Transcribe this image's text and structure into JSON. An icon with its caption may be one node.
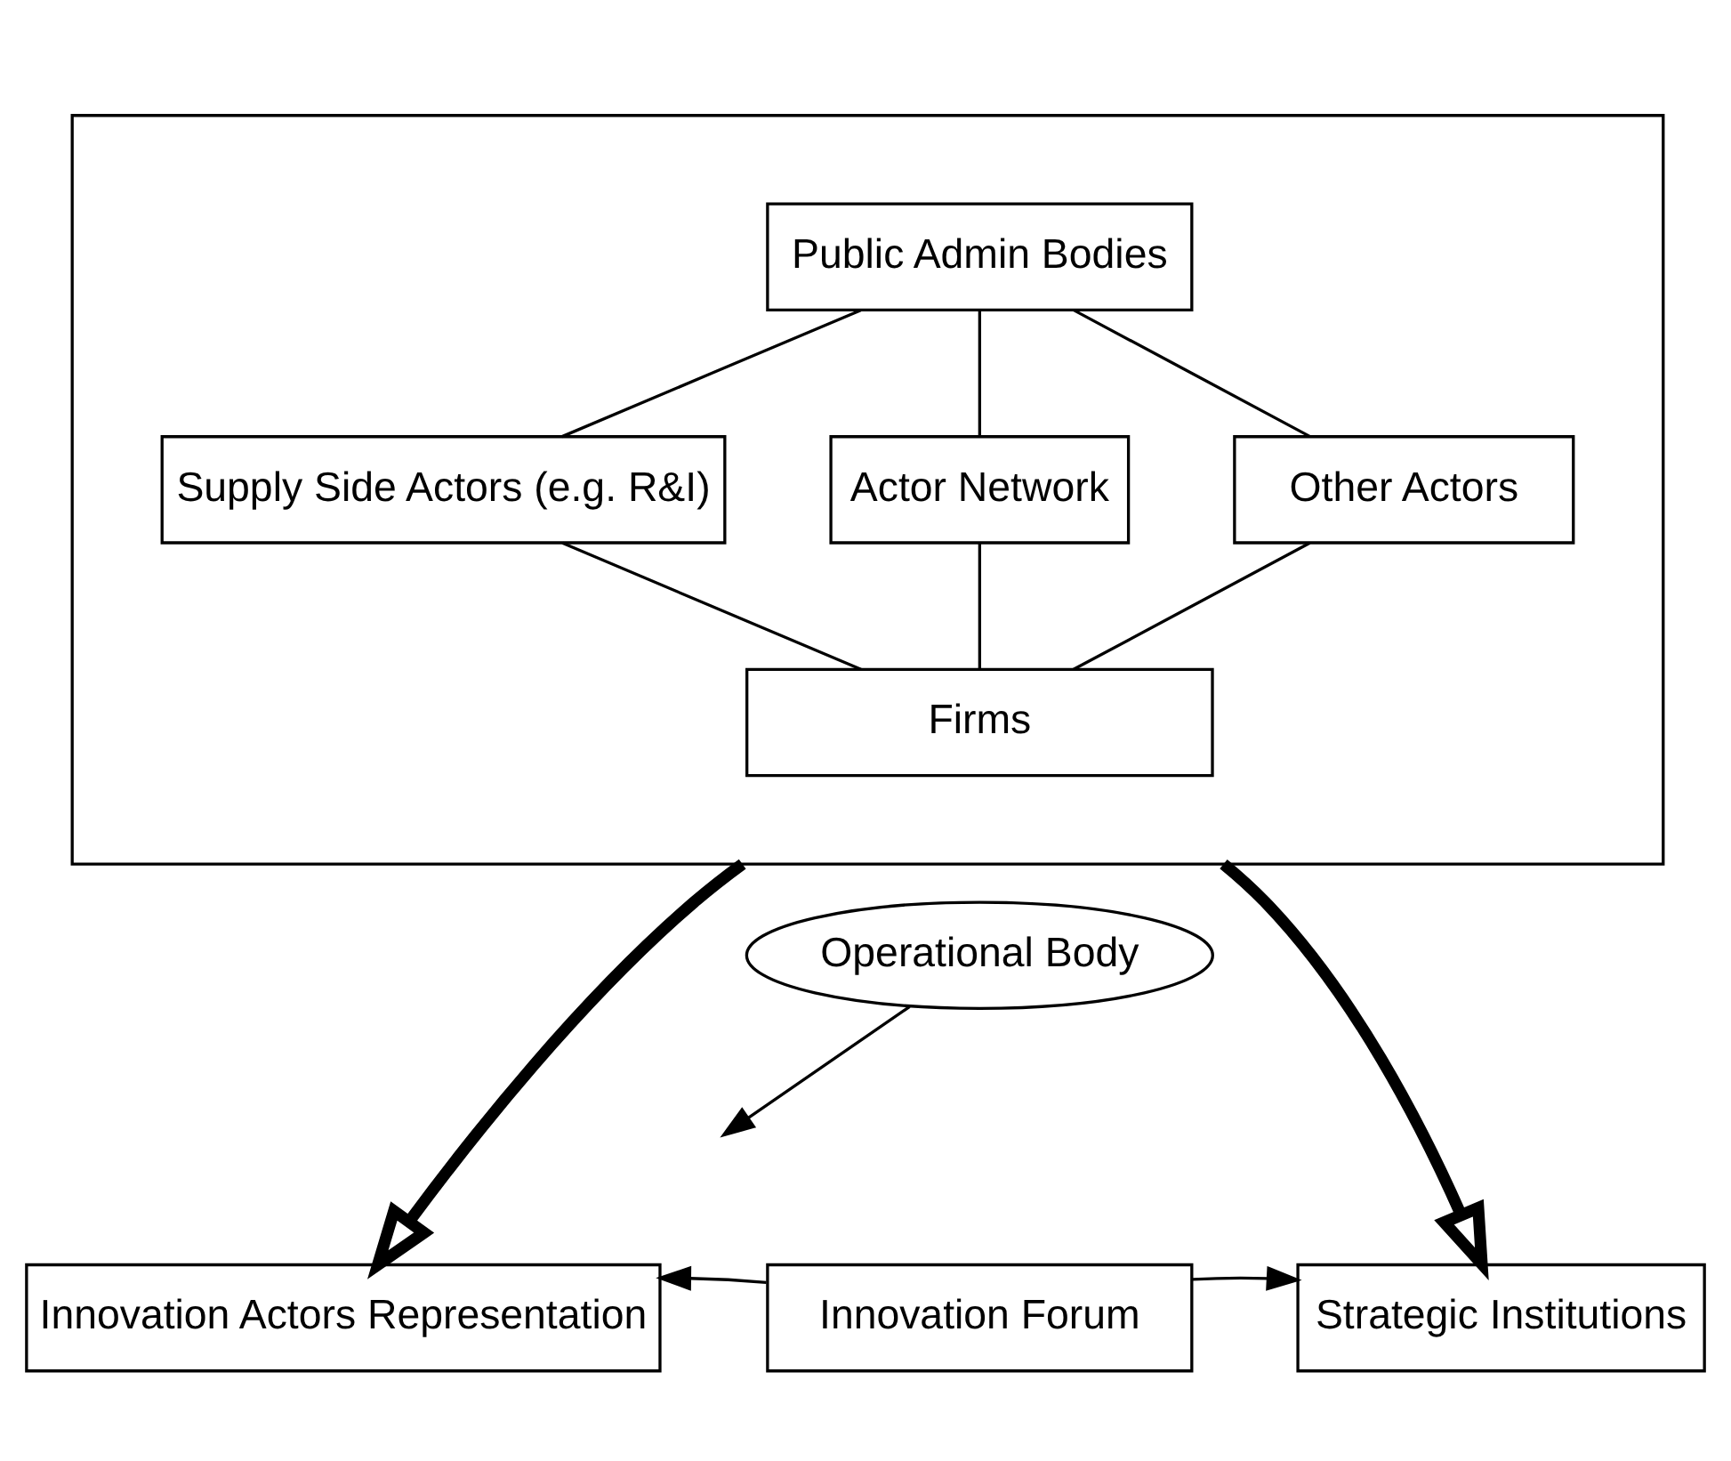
{
  "diagram": {
    "nodes": [
      {
        "text": [],
        "shape": "box"
      },
      {
        "text": [
          "Public Admin Bodies"
        ],
        "in": 0
      },
      {
        "text": [
          "Supply Side Actors (e.g. R&I)"
        ],
        "in": 0
      },
      {
        "text": [
          "Actor Network"
        ],
        "in": 0
      },
      {
        "text": [
          "Other Actors"
        ],
        "in": 0
      },
      {
        "text": [
          "Firms"
        ],
        "in": 0
      },
      {
        "text": [
          "Operational Body"
        ]
      },
      {
        "text": [
          "Innovation Actors Representation"
        ]
      },
      {
        "text": [
          "Innovation Forum"
        ]
      },
      {
        "text": [
          "Strategic Institutions"
        ]
      }
    ],
    "edges": [
      {
        "from": 1,
        "to": 2,
        "arrow": "none"
      },
      {
        "from": 1,
        "to": 3,
        "arrow": "none"
      },
      {
        "from": 1,
        "to": 4,
        "arrow": "none"
      },
      {
        "from": 2,
        "to": 5,
        "arrow": "none"
      },
      {
        "from": 3,
        "to": 5,
        "arrow": "none"
      },
      {
        "from": 4,
        "to": 5,
        "arrow": "none"
      },
      {
        "from": 0,
        "to": 7,
        "arrow": "to",
        "style": "thick"
      },
      {
        "from": 0,
        "to": 9,
        "arrow": "to",
        "style": "thick"
      },
      {
        "from": 6,
        "to": null,
        "arrow": "to"
      },
      {
        "from": 8,
        "to": 7,
        "arrow": "to"
      },
      {
        "from": 8,
        "to": 9,
        "arrow": "to"
      }
    ]
  }
}
